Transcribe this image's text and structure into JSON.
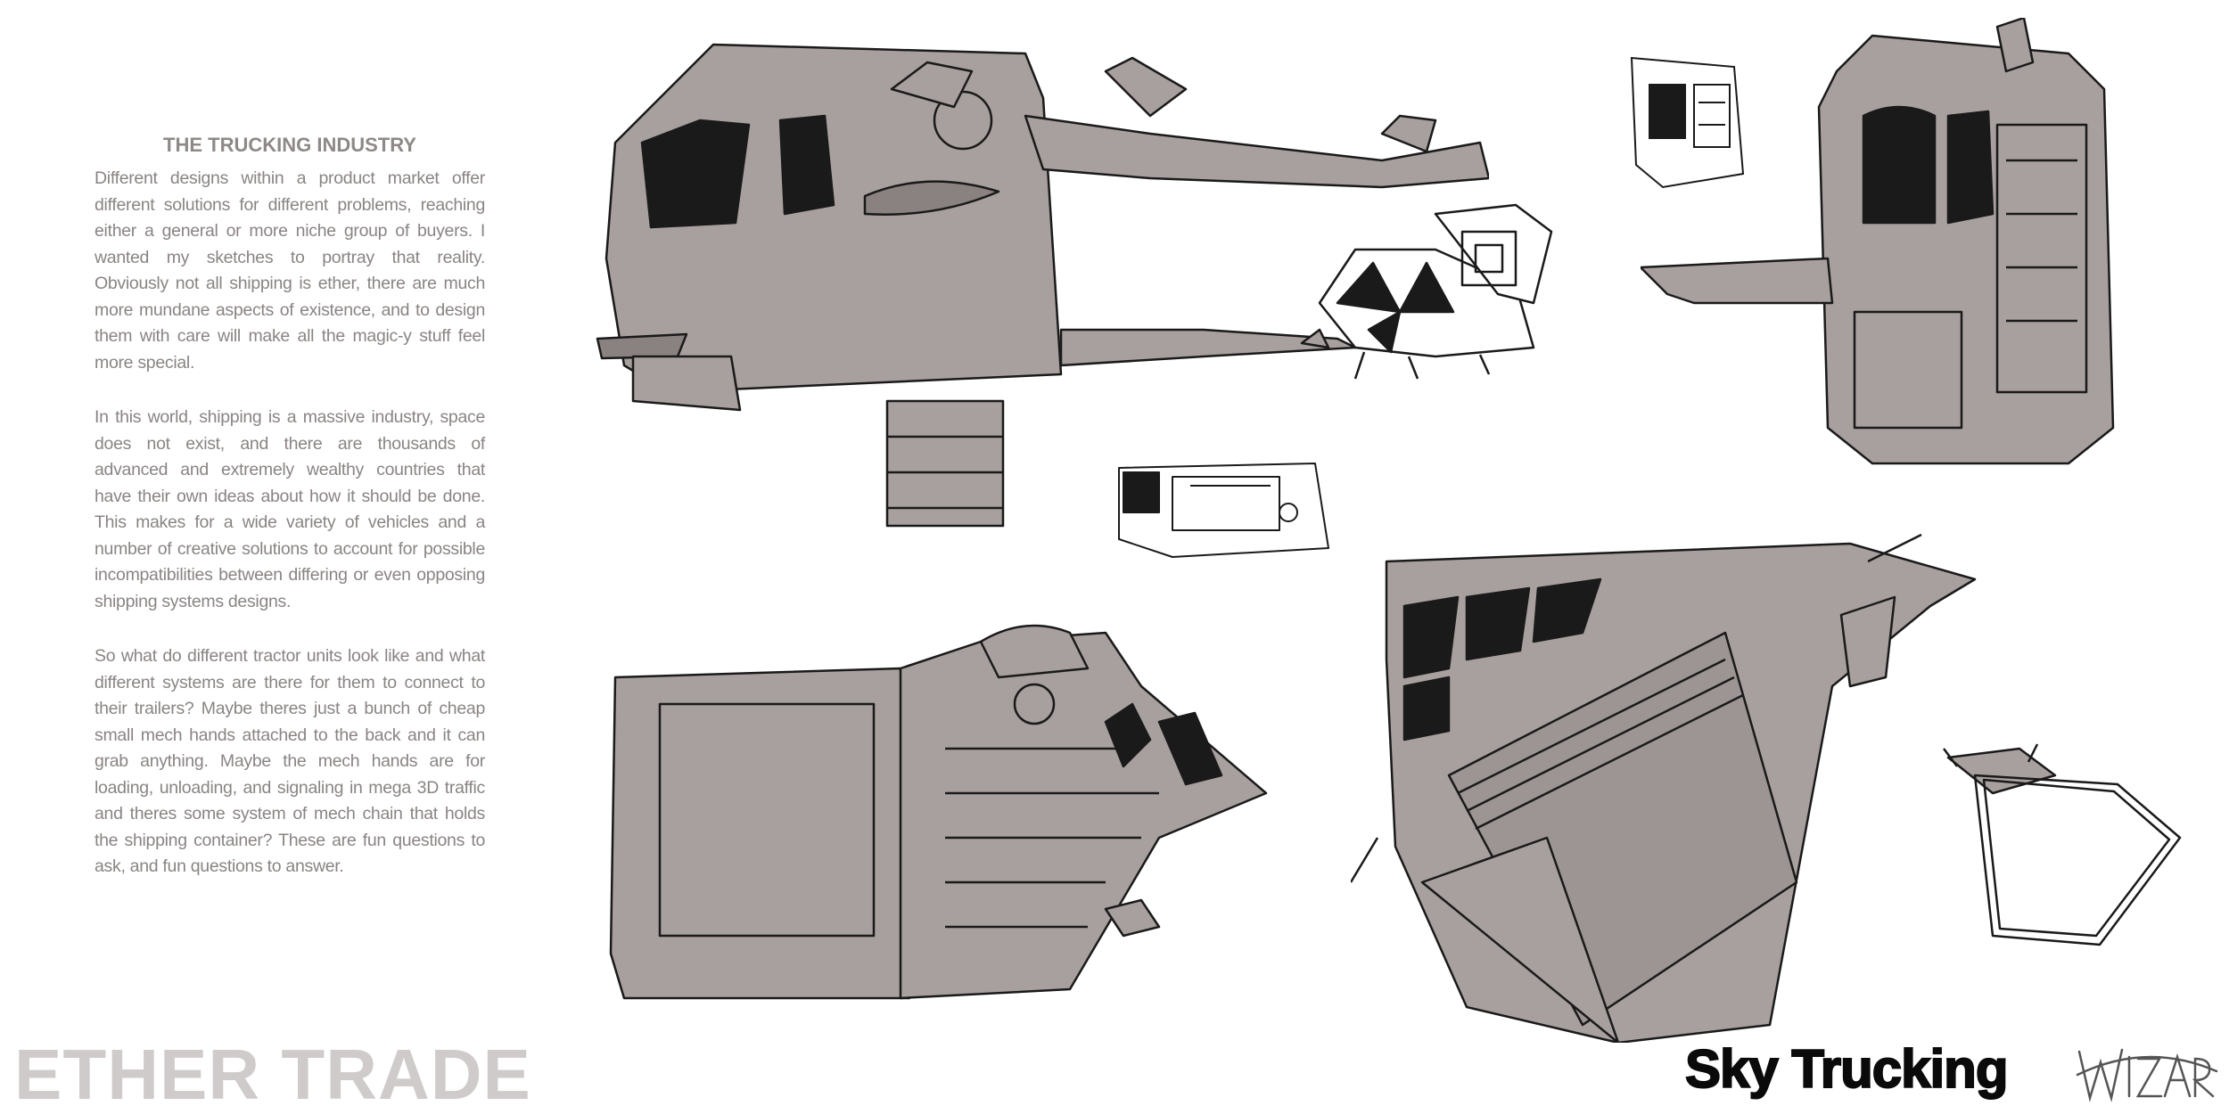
{
  "article": {
    "heading": "THE TRUCKING INDUSTRY",
    "paragraphs": [
      "Different designs within a product market offer different solutions for different problems, reaching either a general or more niche group of buyers. I wanted my sketches to portray that reality. Obviously not all shipping is ether, there are much more mundane aspects of existence, and to design them with care will make all the magic-y stuff feel more special.",
      "In this world, shipping is a massive industry, space does not exist, and there are thousands of advanced and extremely wealthy countries that have their own ideas about how it should be done. This makes for a wide variety of vehicles and a number of creative solutions to account for possible incompatibilities between differing or even opposing shipping systems designs.",
      "So what do different tractor units look like and what different systems are there for them to connect to their trailers? Maybe theres just a bunch of cheap small mech hands attached to the back and it can grab anything. Maybe the mech hands are for loading, unloading, and signaling in mega 3D traffic and theres some system of mech chain that holds the shipping container? These are fun questions to ask, and fun questions to answer."
    ]
  },
  "branding": {
    "left_title": "ETHER TRADE",
    "right_title": "Sky Trucking",
    "signature": "WIZARD"
  },
  "colors": {
    "sketch_fill": "#a8a09e",
    "ink": "#1a1a1a",
    "text_gray": "#8a8483",
    "brand_gray": "#cfcbcb"
  }
}
